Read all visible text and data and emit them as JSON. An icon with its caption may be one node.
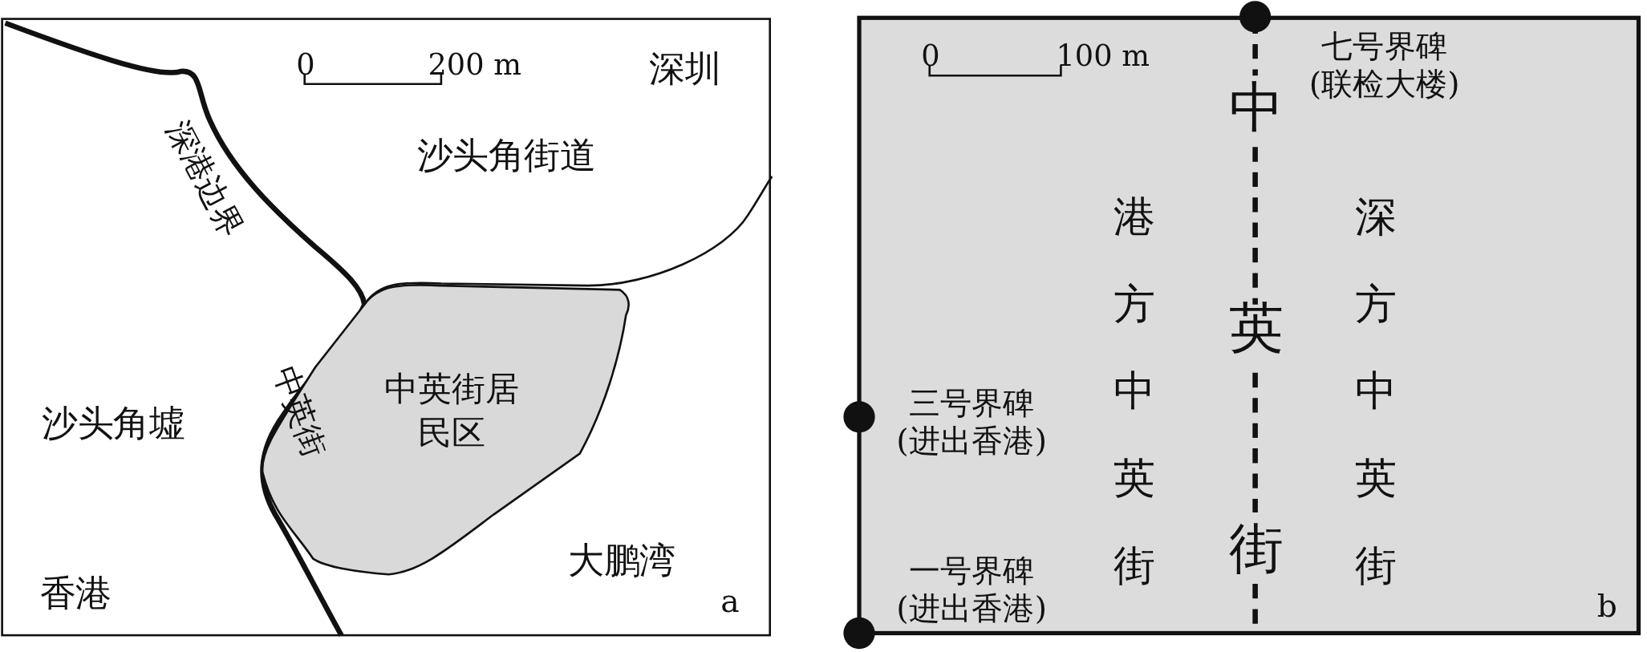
{
  "diagram": {
    "nodes": [
      {
        "text": [
          "中英街居民区"
        ]
      }
    ],
    "edges": [],
    "labels": [
      "0",
      "200 m",
      "深圳",
      "沙头角街道",
      "深港边界",
      "沙头角墟",
      "中英街",
      "香港",
      "大鹏湾",
      "a",
      "0",
      "100 m",
      "七号界碑(联检大楼)",
      "港方中英街",
      "中英街",
      "深方中英街",
      "三号界碑(进出香港)",
      "一号界碑(进出香港)",
      "b"
    ]
  }
}
